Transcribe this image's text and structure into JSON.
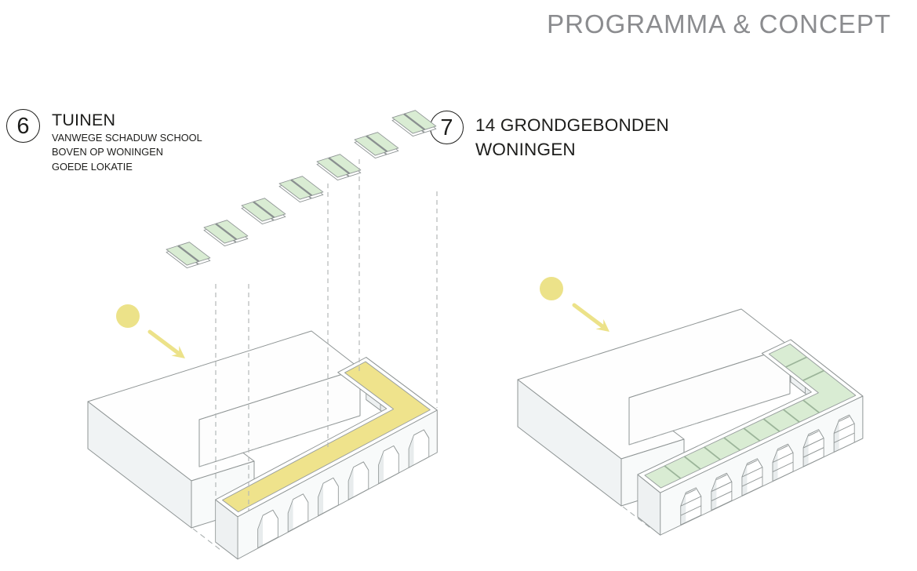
{
  "page": {
    "title": "PROGRAMMA & CONCEPT"
  },
  "legend": [
    {
      "number": "6",
      "heading": "TUINEN",
      "sublines": [
        "VANWEGE SCHADUW SCHOOL",
        "BOVEN OP WONINGEN",
        "GOEDE LOKATIE"
      ]
    },
    {
      "number": "7",
      "heading_line1": "14 GRONDGEBONDEN",
      "heading_line2": "WONINGEN"
    }
  ],
  "colors": {
    "sun_yellow": "#ece289",
    "roof_yellow": "#efe38c",
    "garden_green": "#d9ecd3",
    "garden_divider": "#9cb59a",
    "outline_gray": "#8f9595",
    "dash_gray": "#b3b8b8",
    "title_gray": "#8b8c8f",
    "text_black": "#1d1d1b"
  },
  "diagrams": {
    "tuinen": {
      "sun": "sun-icon",
      "floating_tile_count": 14
    },
    "woningen": {
      "sun": "sun-icon",
      "roof_tile_count": 12
    }
  }
}
